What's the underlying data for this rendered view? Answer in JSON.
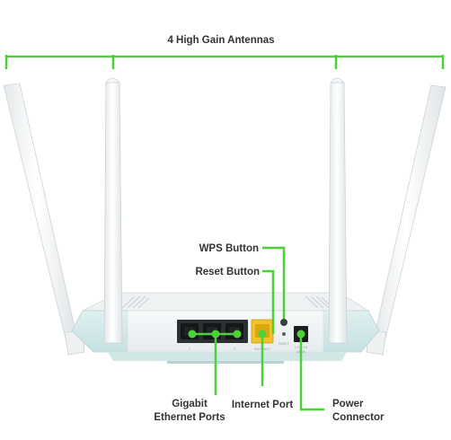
{
  "title": "4 High Gain Antennas",
  "labels": {
    "wps": "WPS Button",
    "reset": "Reset Button",
    "gigabit_line1": "Gigabit",
    "gigabit_line2": "Ethernet Ports",
    "internet": "Internet Port",
    "power_line1": "Power",
    "power_line2": "Connector"
  },
  "device_marks": {
    "port1": "1",
    "port3": "3",
    "internet": "INTERNET",
    "reset": "RESET",
    "power": "12V⎓1A",
    "power_sub": "DC IN"
  },
  "colors": {
    "callout": "#4cd137",
    "body": "#f2f5f6",
    "base": "#d8ecec",
    "panel": "#c9dcdf",
    "port_yellow": "#f2c22a",
    "text": "#333333"
  }
}
